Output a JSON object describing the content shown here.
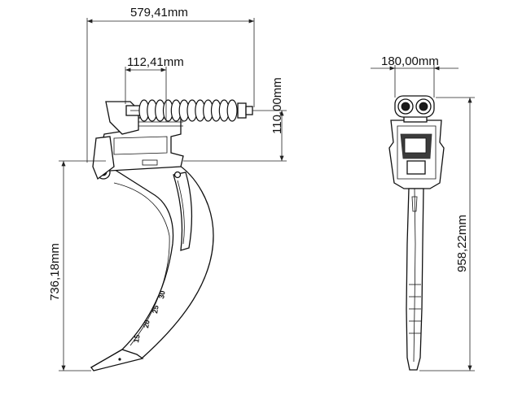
{
  "dimensions": {
    "overall_width": "579,41mm",
    "spring_width": "112,41mm",
    "spring_height": "110,00mm",
    "tine_height": "736,18mm",
    "front_width": "180,00mm",
    "front_height": "958,22mm"
  },
  "depth_marks": [
    "30",
    "25",
    "20",
    "15"
  ]
}
